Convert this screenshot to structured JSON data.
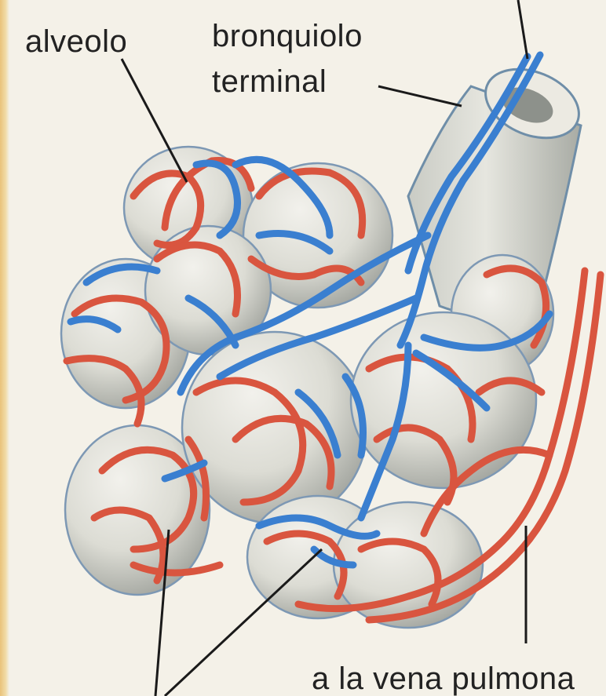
{
  "labels": {
    "alveolo": "alveolo",
    "bronquiolo_line1": "bronquiolo",
    "bronquiolo_line2": "terminal",
    "vena": "a la vena pulmona"
  },
  "colors": {
    "background": "#f4f1e8",
    "alveolus_fill": "#e2e0d6",
    "alveolus_shade": "#a9aba5",
    "arterial_vessel": "#d9553f",
    "venous_vessel": "#3a7fd0",
    "leader_line": "#1a1a1a"
  }
}
